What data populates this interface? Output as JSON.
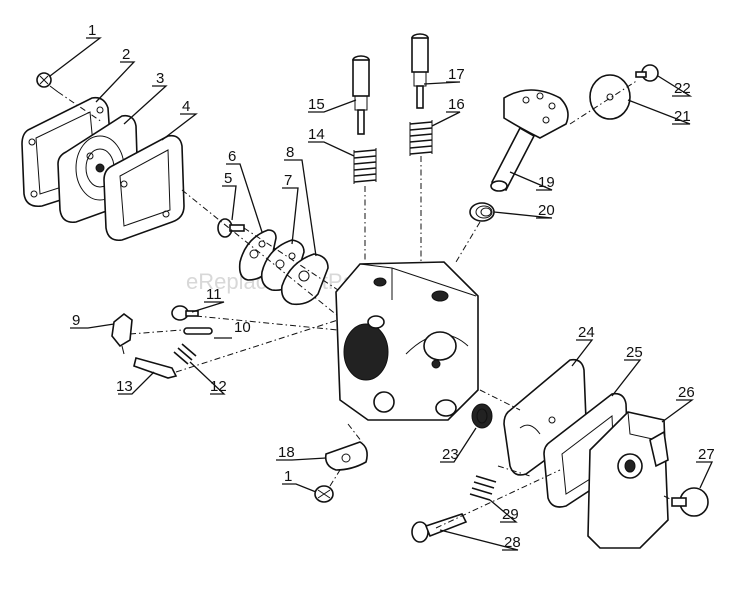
{
  "watermark": "eReplacementParts.com",
  "callouts": {
    "c1a": "1",
    "c1b": "1",
    "c2": "2",
    "c3": "3",
    "c4": "4",
    "c5": "5",
    "c6": "6",
    "c7": "7",
    "c8": "8",
    "c9": "9",
    "c10": "10",
    "c11": "11",
    "c12": "12",
    "c13": "13",
    "c14": "14",
    "c15": "15",
    "c16": "16",
    "c17": "17",
    "c18": "18",
    "c19": "19",
    "c20": "20",
    "c21": "21",
    "c22": "22",
    "c23": "23",
    "c24": "24",
    "c25": "25",
    "c26": "26",
    "c27": "27",
    "c28": "28",
    "c29": "29"
  }
}
